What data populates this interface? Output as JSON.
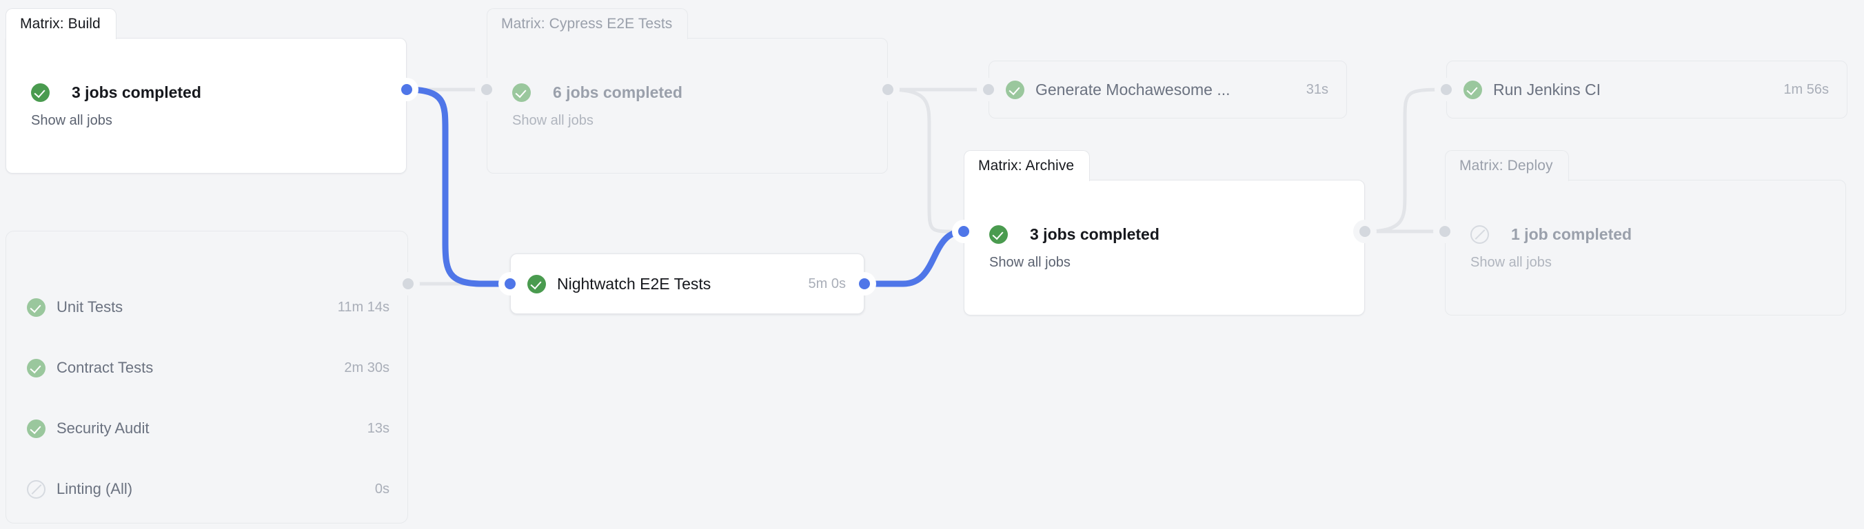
{
  "canvas": {
    "background": "#f4f5f7",
    "accent": "#4f76e8",
    "success_color": "#4a9b4f",
    "muted_color": "#9aa0ab"
  },
  "stages": {
    "build": {
      "tab_label": "Matrix: Build",
      "status_text": "3 jobs completed",
      "show_all_label": "Show all jobs",
      "status_icon": "check-circle-icon"
    },
    "cypress": {
      "tab_label": "Matrix: Cypress E2E Tests",
      "status_text": "6 jobs completed",
      "show_all_label": "Show all jobs",
      "status_icon": "check-circle-icon"
    },
    "archive": {
      "tab_label": "Matrix: Archive",
      "status_text": "3 jobs completed",
      "show_all_label": "Show all jobs",
      "status_icon": "check-circle-icon"
    },
    "deploy": {
      "tab_label": "Matrix: Deploy",
      "status_text": "1 job completed",
      "show_all_label": "Show all jobs",
      "status_icon": "skipped-circle-icon"
    }
  },
  "job_panel": {
    "jobs": [
      {
        "name": "Unit Tests",
        "duration": "11m 14s",
        "status_icon": "check-circle-icon"
      },
      {
        "name": "Contract Tests",
        "duration": "2m 30s",
        "status_icon": "check-circle-icon"
      },
      {
        "name": "Security Audit",
        "duration": "13s",
        "status_icon": "check-circle-icon"
      },
      {
        "name": "Linting (All)",
        "duration": "0s",
        "status_icon": "skipped-circle-icon"
      }
    ]
  },
  "nodes": {
    "nightwatch": {
      "label": "Nightwatch E2E Tests",
      "duration": "5m 0s",
      "status_icon": "check-circle-icon",
      "highlighted": true
    },
    "mochawesome": {
      "label": "Generate Mochawesome ...",
      "duration": "31s",
      "status_icon": "check-circle-icon",
      "highlighted": false
    },
    "jenkins": {
      "label": "Run Jenkins CI",
      "duration": "1m 56s",
      "status_icon": "check-circle-icon",
      "highlighted": false
    }
  }
}
